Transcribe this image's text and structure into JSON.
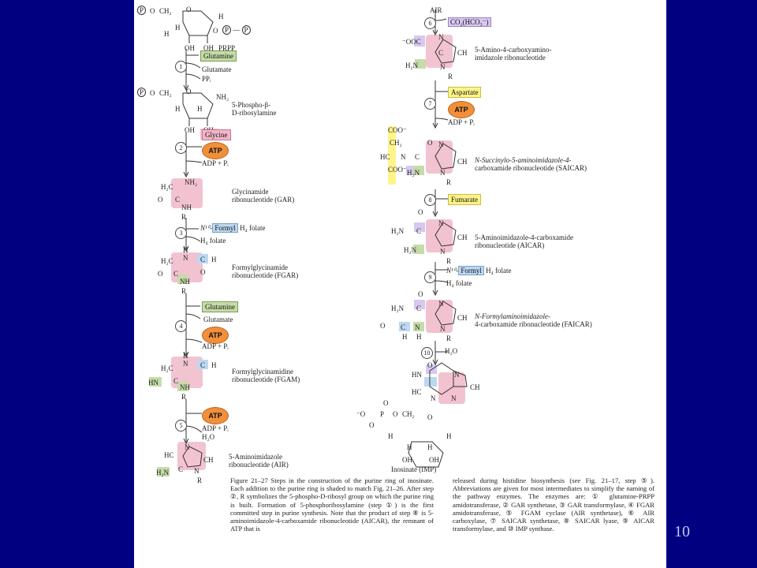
{
  "page_number": "10",
  "left_column": {
    "prpp_label": "PRPP",
    "step1": "1",
    "glutamine1": "Glutamine",
    "glutamate1": "Glutamate",
    "ppi": "PPᵢ",
    "psr_name_1": "5-Phospho-β-",
    "psr_name_2": "D-ribosylamine",
    "step2": "2",
    "glycine": "Glycine",
    "atp": "ATP",
    "adp_pi": "ADP + Pᵢ",
    "gar_name_1": "Glycinamide",
    "gar_name_2": "ribonucleotide (GAR)",
    "step3": "3",
    "formyl_pre": "N¹⁰-",
    "formyl": "Formyl",
    "h4folate": "H₄ folate",
    "h4folate_out": "H₄ folate",
    "fgar_name_1": "Formylglycinamide",
    "fgar_name_2": "ribonucleotide (FGAR)",
    "glutamine2": "Glutamine",
    "glutamate2": "Glutamate",
    "step4": "4",
    "fgam_name_1": "Formylglycinamidine",
    "fgam_name_2": "ribonucleotide (FGAM)",
    "step5": "5",
    "h2o": "H₂O",
    "air_name_1": "5-Aminoimidazole",
    "air_name_2": "ribonucleotide (AIR)"
  },
  "right_column": {
    "air": "AIR",
    "step6": "6",
    "co2": "CO₂(HCO₃⁻)",
    "cair_name_1": "5-Amino-4-carboxyamino-",
    "cair_name_2": "imidazole ribonucleotide",
    "step7": "7",
    "aspartate": "Aspartate",
    "saicar_name_1": "N-Succinylo-5-aminoimidazole-4-",
    "saicar_name_2": "carboxamide ribonucleotide (SAICAR)",
    "step8": "8",
    "fumarate": "Fumarate",
    "aicar_name_1": "5-Aminoimidazole-4-carboxamide",
    "aicar_name_2": "ribonucleotide (AICAR)",
    "step9": "9",
    "faicar_name_1": "N-Formylaminoimidazole-",
    "faicar_name_2": "4-carboxamide ribonucleotide (FAICAR)",
    "step10": "10",
    "h2o": "H₂O",
    "imp_name": "Inosinate (IMP)"
  },
  "atoms": {
    "P": "P",
    "O": "O",
    "CH2": "CH₂",
    "H": "H",
    "OH": "OH",
    "NH2": "NH₂",
    "H2N": "H₂N",
    "H2C": "H₂C",
    "NH": "NH",
    "N": "N",
    "C": "C",
    "CH": "CH",
    "R": "R",
    "HN": "HN",
    "COO": "COO⁻",
    "ooc": "⁻OOC",
    "HC": "HC",
    "HC2": "HC",
    "CH2b": "CH₂",
    "Ominus": "⁻O"
  },
  "caption": {
    "left": "Figure 21–27 Steps in the construction of the purine ring of inosinate. Each addition to the purine ring is shaded to match Fig. 21–26. After step ②, R symbolizes the 5-phospho-D-ribosyl group on which the purine ring is built. Formation of 5-phosphoribosylamine (step ①) is the first committed step in purine synthesis. Note that the product of step ⑧ is 5-aminoimidazole-4-carboxamide ribonucleotide (AICAR), the remnant of ATP that is",
    "right": "released during histidine biosynthesis (see Fig. 21–17, step ⑤). Abbreviations are given for most intermediates to simplify the naming of the pathway enzymes. The enzymes are: ① glutamine-PRPP amidotransferase, ② GAR synthetase, ③ GAR transformylase, ④ FGAR amidotransferase, ⑤ FGAM cyclase (AIR synthetase), ⑥ AIR carboxylase, ⑦ SAICAR synthetase, ⑧ SAICAR lyase, ⑨ AICAR transformylase, and ⑩ IMP synthase."
  },
  "colors": {
    "background": "#000080",
    "slide": "#ffffff",
    "green_box": "#c5dca8",
    "pink_shade": "#f0b8c8",
    "yellow_box": "#fff48a",
    "blue_box": "#bcd8f2",
    "atp_oval": "#f0903a"
  }
}
